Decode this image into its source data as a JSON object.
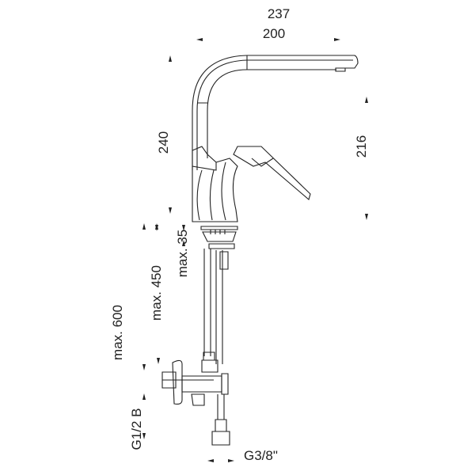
{
  "dimensions": {
    "overall_width": "237",
    "spout_reach": "200",
    "height_total": "240",
    "spout_height": "216",
    "max_hose_450": "max. 450",
    "max_deck_35": "max. 35",
    "max_hose_600": "max. 600",
    "valve_thread": "G1/2 B",
    "hose_thread": "G3/8\""
  }
}
